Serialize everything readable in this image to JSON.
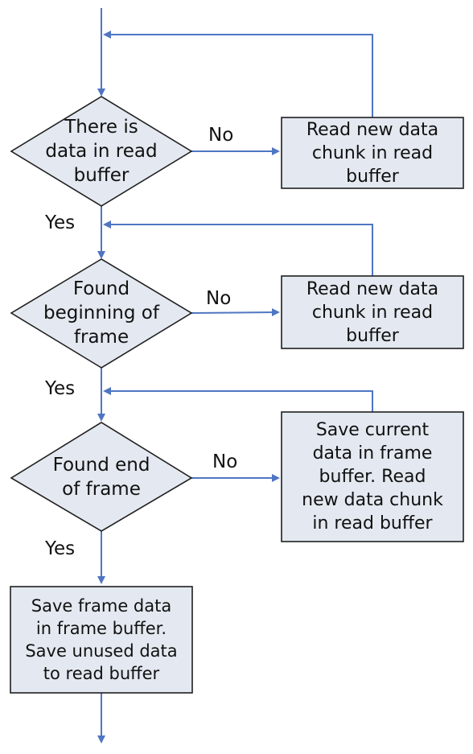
{
  "colors": {
    "node_fill": "#e4e9f1",
    "node_stroke": "#1f1f1f",
    "arrow": "#4f76c2",
    "text": "#111111"
  },
  "nodes": {
    "decision_data_in_buffer": {
      "shape": "diamond",
      "text": "There is\ndata in read\nbuffer"
    },
    "process_read_chunk_1": {
      "shape": "rectangle",
      "text": "Read new data\nchunk in read\nbuffer"
    },
    "decision_found_beginning": {
      "shape": "diamond",
      "text": "Found\nbeginning of\nframe"
    },
    "process_read_chunk_2": {
      "shape": "rectangle",
      "text": "Read new data\nchunk in read\nbuffer"
    },
    "decision_found_end": {
      "shape": "diamond",
      "text": "Found end\nof frame"
    },
    "process_save_current": {
      "shape": "rectangle",
      "text": "Save current\ndata in frame\nbuffer. Read\nnew data chunk\nin read buffer"
    },
    "process_save_frame": {
      "shape": "rectangle",
      "text": "Save frame data\nin frame buffer.\nSave unused data\nto read buffer"
    }
  },
  "edges": [
    {
      "from": "decision_data_in_buffer",
      "to": "process_read_chunk_1",
      "label": "No"
    },
    {
      "from": "decision_data_in_buffer",
      "to": "decision_found_beginning",
      "label": "Yes"
    },
    {
      "from": "process_read_chunk_1",
      "to": "decision_data_in_buffer",
      "label": ""
    },
    {
      "from": "decision_found_beginning",
      "to": "process_read_chunk_2",
      "label": "No"
    },
    {
      "from": "decision_found_beginning",
      "to": "decision_found_end",
      "label": "Yes"
    },
    {
      "from": "process_read_chunk_2",
      "to": "decision_found_beginning",
      "label": ""
    },
    {
      "from": "decision_found_end",
      "to": "process_save_current",
      "label": "No"
    },
    {
      "from": "decision_found_end",
      "to": "process_save_frame",
      "label": "Yes"
    },
    {
      "from": "process_save_current",
      "to": "decision_found_end",
      "label": ""
    }
  ]
}
